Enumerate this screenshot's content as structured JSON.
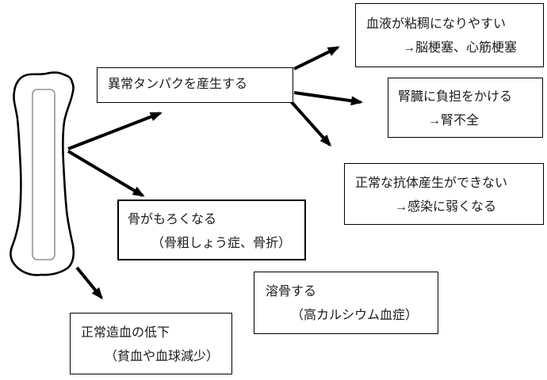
{
  "diagram": {
    "subject": "bone-marrow-disease-effects",
    "nodes": {
      "abnormal_protein": {
        "line1": "異常タンパクを産生する",
        "line2": ""
      },
      "blood_viscosity": {
        "line1": "血液が粘稠になりやすい",
        "line2": "→脳梗塞、心筋梗塞"
      },
      "kidney_burden": {
        "line1": "腎臓に負担をかける",
        "line2": "→腎不全"
      },
      "antibody_failure": {
        "line1": "正常な抗体産生ができない",
        "line2": "→感染に弱くなる"
      },
      "bone_fragile": {
        "line1": "骨がもろくなる",
        "line2": "（骨粗しょう症、骨折）"
      },
      "osteolysis": {
        "line1": "溶骨する",
        "line2": "（高カルシウム血症）"
      },
      "hematopoiesis_decline": {
        "line1": "正常造血の低下",
        "line2": "（貧血や血球減少）"
      }
    },
    "icons": {
      "bone": "bone-illustration"
    },
    "colors": {
      "background": "#ffffff",
      "box_border": "#000000",
      "arrow": "#000000",
      "text": "#1c1c1c",
      "marrow_outline": "#808080"
    }
  }
}
